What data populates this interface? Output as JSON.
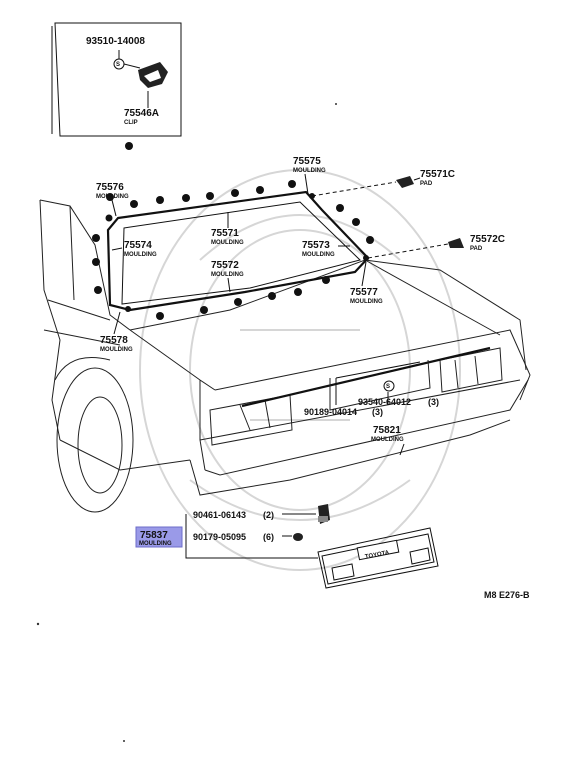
{
  "diagram_ref": "M8 E276-B",
  "highlight_color": "#9a9ae8",
  "inset": {
    "part_a": "93510-14008",
    "part_b": "75546A",
    "part_b_desc": "CLIP"
  },
  "callouts": {
    "p75575": {
      "num": "75575",
      "desc": "MOULDING"
    },
    "p75571c": {
      "num": "75571C",
      "desc": "PAD"
    },
    "p75576": {
      "num": "75576",
      "desc": "MOULDING"
    },
    "p75574": {
      "num": "75574",
      "desc": "MOULDING"
    },
    "p75571": {
      "num": "75571",
      "desc": "MOULDING"
    },
    "p75573": {
      "num": "75573",
      "desc": "MOULDING"
    },
    "p75572c": {
      "num": "75572C",
      "desc": "PAD"
    },
    "p75572": {
      "num": "75572",
      "desc": "MOULDING"
    },
    "p75577": {
      "num": "75577",
      "desc": "MOULDING"
    },
    "p75578": {
      "num": "75578",
      "desc": "MOULDING"
    },
    "p93540": {
      "num": "93540-64012",
      "qty": "(3)"
    },
    "p90189": {
      "num": "90189-04014",
      "qty": "(3)"
    },
    "p75821": {
      "num": "75821",
      "desc": "MOULDING"
    },
    "p90461": {
      "num": "90461-06143",
      "qty": "(2)"
    },
    "p90179": {
      "num": "90179-05095",
      "qty": "(6)"
    },
    "p75837": {
      "num": "75837",
      "desc": "MOULDING"
    }
  },
  "garnish_badge": "TOYOTA"
}
